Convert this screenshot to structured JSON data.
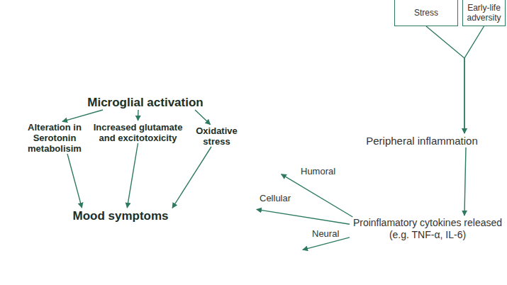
{
  "diagram": {
    "nodes": [
      {
        "text": [
          "Stress"
        ]
      },
      {
        "text": [
          "Early-life adversity"
        ]
      },
      {
        "text": []
      },
      {
        "text": [
          "Microglial activation"
        ],
        "in": 2
      },
      {
        "text": [
          "Alteration in Serotonin metabolisim"
        ],
        "in": 2
      },
      {
        "text": [
          "Increased glutamate and excitotoxicity"
        ],
        "in": 2
      },
      {
        "text": [
          "Oxidative stress"
        ],
        "in": 2
      },
      {
        "text": [
          "Mood symptoms"
        ],
        "in": 2
      },
      {
        "text": [
          "Peripheral inflammation"
        ]
      },
      {
        "text": [
          "Proinflamatory cytokines released (e.g. TNF-α, IL-6)"
        ]
      }
    ],
    "edges": [
      {
        "from": 0,
        "to": 8,
        "arrow": "to"
      },
      {
        "from": 1,
        "to": 8,
        "arrow": "to"
      },
      {
        "from": 8,
        "to": 9,
        "arrow": "to"
      },
      {
        "from": 9,
        "to": 2,
        "label": "Humoral",
        "arrow": "to"
      },
      {
        "from": 9,
        "to": 2,
        "label": "Cellular",
        "arrow": "to"
      },
      {
        "from": 9,
        "to": 2,
        "label": "Neural",
        "arrow": "to"
      },
      {
        "from": 3,
        "to": 4,
        "arrow": "to"
      },
      {
        "from": 3,
        "to": 5,
        "arrow": "to"
      },
      {
        "from": 3,
        "to": 6,
        "arrow": "to"
      },
      {
        "from": 4,
        "to": 7,
        "arrow": "to"
      },
      {
        "from": 5,
        "to": 7,
        "arrow": "to"
      },
      {
        "from": 6,
        "to": 7,
        "arrow": "to"
      }
    ]
  }
}
